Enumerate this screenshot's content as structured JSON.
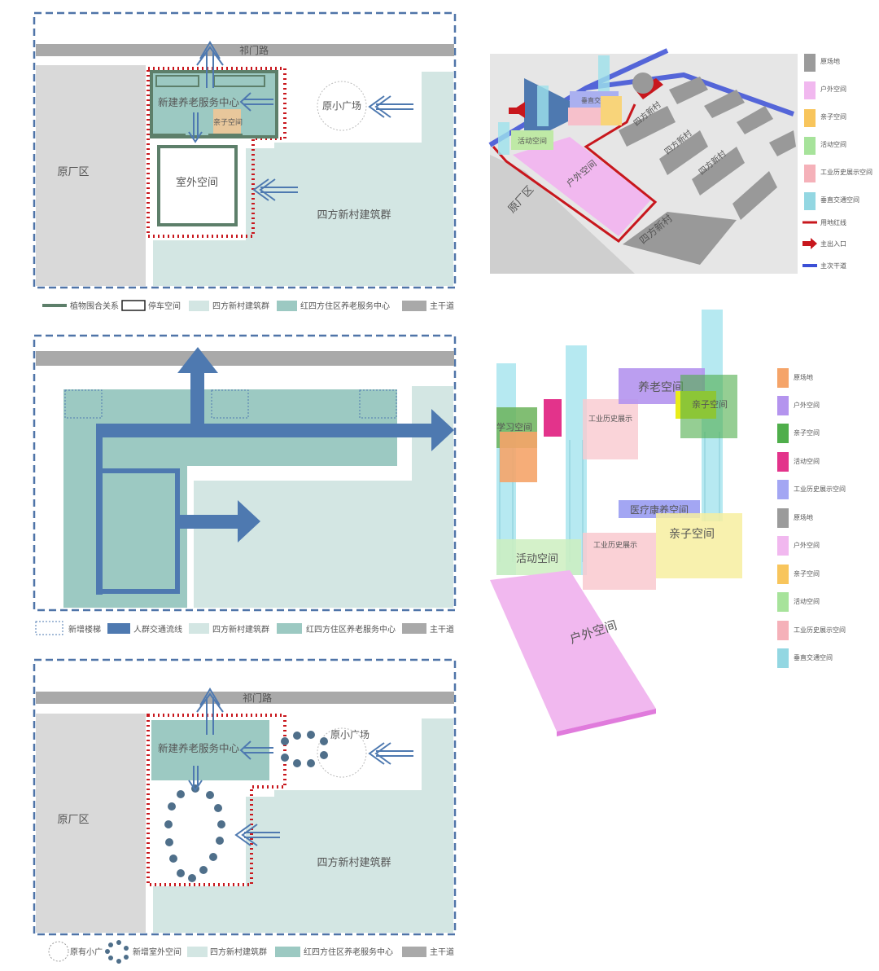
{
  "panel1": {
    "road": "祁门路",
    "factory": "原厂区",
    "center": "新建养老服务中心",
    "parent": "亲子空间",
    "outdoor": "室外空间",
    "plaza": "原小广场",
    "village": "四方新村建筑群",
    "legend": [
      "植物围合关系",
      "停车空间",
      "四方新村建筑群",
      "红四方住区养老服务中心",
      "主干道"
    ]
  },
  "panel2": {
    "legend": [
      "新增楼梯",
      "人群交通流线",
      "四方新村建筑群",
      "红四方住区养老服务中心",
      "主干道"
    ]
  },
  "panel3": {
    "road": "祁门路",
    "factory": "原厂区",
    "center": "新建养老服务中心",
    "plaza": "原小广场",
    "village": "四方新村建筑群",
    "legend": [
      "原有小广",
      "新增室外空间",
      "四方新村建筑群",
      "红四方住区养老服务中心",
      "主干道"
    ]
  },
  "axon1": {
    "factory": "原厂区",
    "outdoor": "户外空间",
    "village1": "四方新村",
    "village2": "四方新村",
    "village3": "四方新村",
    "village4": "四方新村",
    "activity": "活动空间",
    "vert": "垂直交通",
    "legend": [
      "原场地",
      "户外空间",
      "亲子空间",
      "活动空间",
      "工业历史展示空间",
      "垂直交通空间",
      "用地红线",
      "主出入口",
      "主次干道"
    ]
  },
  "axon2": {
    "elder": "养老空间",
    "study": "学习空间",
    "industry_up": "工业历史展示",
    "parent_up": "亲子空间",
    "medical": "医疗康养空间",
    "activity": "活动空间",
    "industry": "工业历史展示",
    "parent": "亲子空间",
    "outdoor": "户外空间",
    "legend": [
      "原场地",
      "户外空间",
      "亲子空间",
      "活动空间",
      "工业历史展示空间",
      "原场地",
      "户外空间",
      "亲子空间",
      "活动空间",
      "工业历史展示空间",
      "垂直交通空间"
    ]
  },
  "colors": {
    "teal": "#9cc9c2",
    "lightTeal": "#d3e6e3",
    "darkGreen": "#5d7f6a",
    "road": "#a9a9a9",
    "factory": "#d9d9d9",
    "blue": "#4e79b0",
    "red": "#c8171d",
    "dash": "#4f74a8"
  }
}
